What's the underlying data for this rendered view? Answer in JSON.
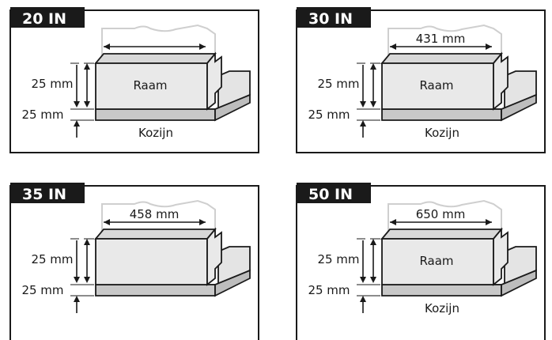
{
  "colors": {
    "window_front": "#e9e9e9",
    "window_top": "#d8d8d8",
    "frame_front": "#c8c8c8",
    "frame_top": "#e4e4e4",
    "outline": "#cfcfcf",
    "ink": "#1a1a1a"
  },
  "panels": [
    {
      "size_label": "20 IN",
      "width_label": "",
      "height_label": "25 mm",
      "frame_height_label": "25 mm",
      "window_label": "Raam",
      "frame_label": "Kozijn"
    },
    {
      "size_label": "30 IN",
      "width_label": "431 mm",
      "height_label": "25 mm",
      "frame_height_label": "25 mm",
      "window_label": "Raam",
      "frame_label": "Kozijn"
    },
    {
      "size_label": "35 IN",
      "width_label": "458 mm",
      "height_label": "25 mm",
      "frame_height_label": "25 mm",
      "window_label": "",
      "frame_label": ""
    },
    {
      "size_label": "50 IN",
      "width_label": "650 mm",
      "height_label": "25 mm",
      "frame_height_label": "25 mm",
      "window_label": "Raam",
      "frame_label": "Kozijn"
    }
  ]
}
